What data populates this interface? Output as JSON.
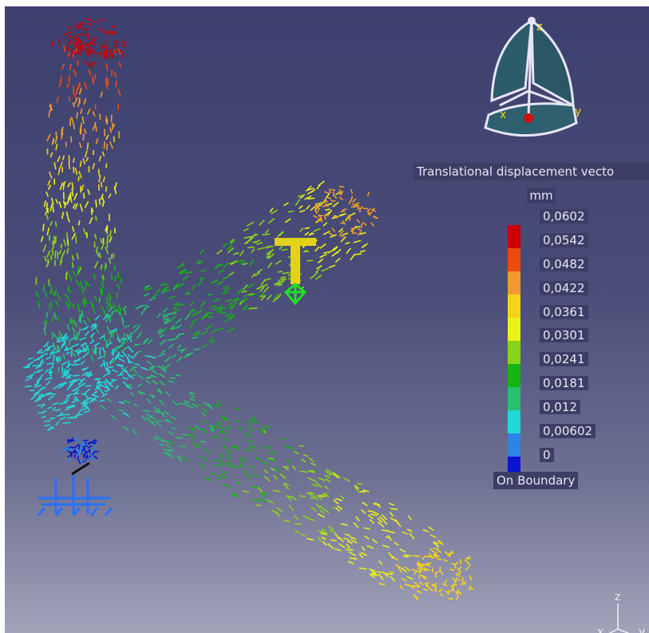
{
  "legend": {
    "title": "Translational displacement vecto",
    "unit": "mm",
    "values": [
      "0,0602",
      "0,0542",
      "0,0482",
      "0,0422",
      "0,0361",
      "0,0301",
      "0,0241",
      "0,0181",
      "0,012",
      "0,00602",
      "0"
    ],
    "colors": [
      "#cc0000",
      "#ee4a10",
      "#f29a30",
      "#f4d418",
      "#eaf018",
      "#88d418",
      "#14b414",
      "#28c070",
      "#22d8d8",
      "#2c84e4",
      "#0a14cc"
    ],
    "footer": "On Boundary"
  },
  "compass": {
    "z_label": "z",
    "x_label": "x",
    "y_label": "y"
  },
  "triad": {
    "z_label": "z",
    "x_label": "x",
    "y_label": "y"
  },
  "colors": {
    "background_top": "#3d3f6e",
    "background_bottom": "#a2a3b9",
    "load_marker": "#e2d21a",
    "restraint_marker": "#2870ff"
  }
}
